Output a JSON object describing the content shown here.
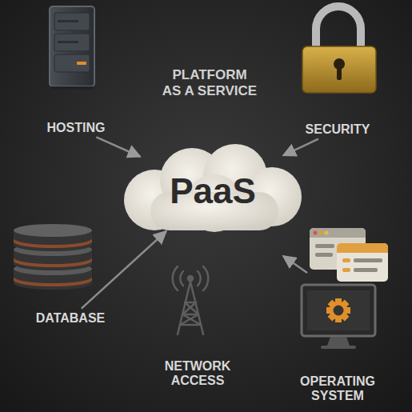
{
  "diagram": {
    "title": "PLATFORM AS A SERVICE",
    "nodes": [
      {
        "text": [
          "HOSTING"
        ]
      },
      {
        "text": [
          "SECURITY"
        ]
      },
      {
        "text": [
          "PaaS"
        ]
      },
      {
        "text": [
          "DATABASE"
        ]
      },
      {
        "text": [
          "NETWORK ACCESS"
        ]
      },
      {
        "text": [
          "OPERATING SYSTEM"
        ]
      }
    ],
    "edges": [
      {
        "from": 0,
        "to": 2,
        "arrow": "to"
      },
      {
        "from": 1,
        "to": 2,
        "arrow": "to"
      },
      {
        "from": 3,
        "to": 2,
        "arrow": "to"
      }
    ]
  }
}
